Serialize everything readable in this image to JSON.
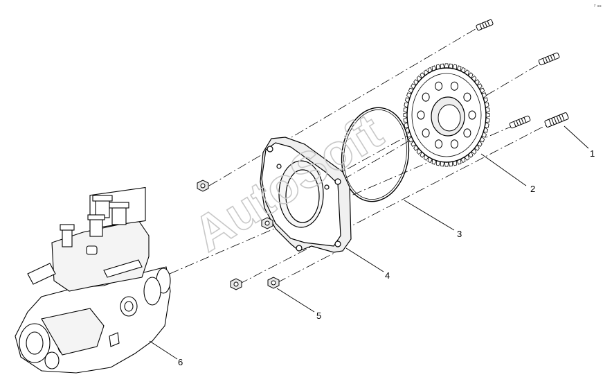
{
  "diagram": {
    "watermark": "AutoSoft",
    "corner_mark": "F ■■",
    "callouts": [
      {
        "id": "1",
        "label": "1"
      },
      {
        "id": "2",
        "label": "2"
      },
      {
        "id": "3",
        "label": "3"
      },
      {
        "id": "4",
        "label": "4"
      },
      {
        "id": "5",
        "label": "5"
      },
      {
        "id": "6",
        "label": "6"
      }
    ]
  }
}
